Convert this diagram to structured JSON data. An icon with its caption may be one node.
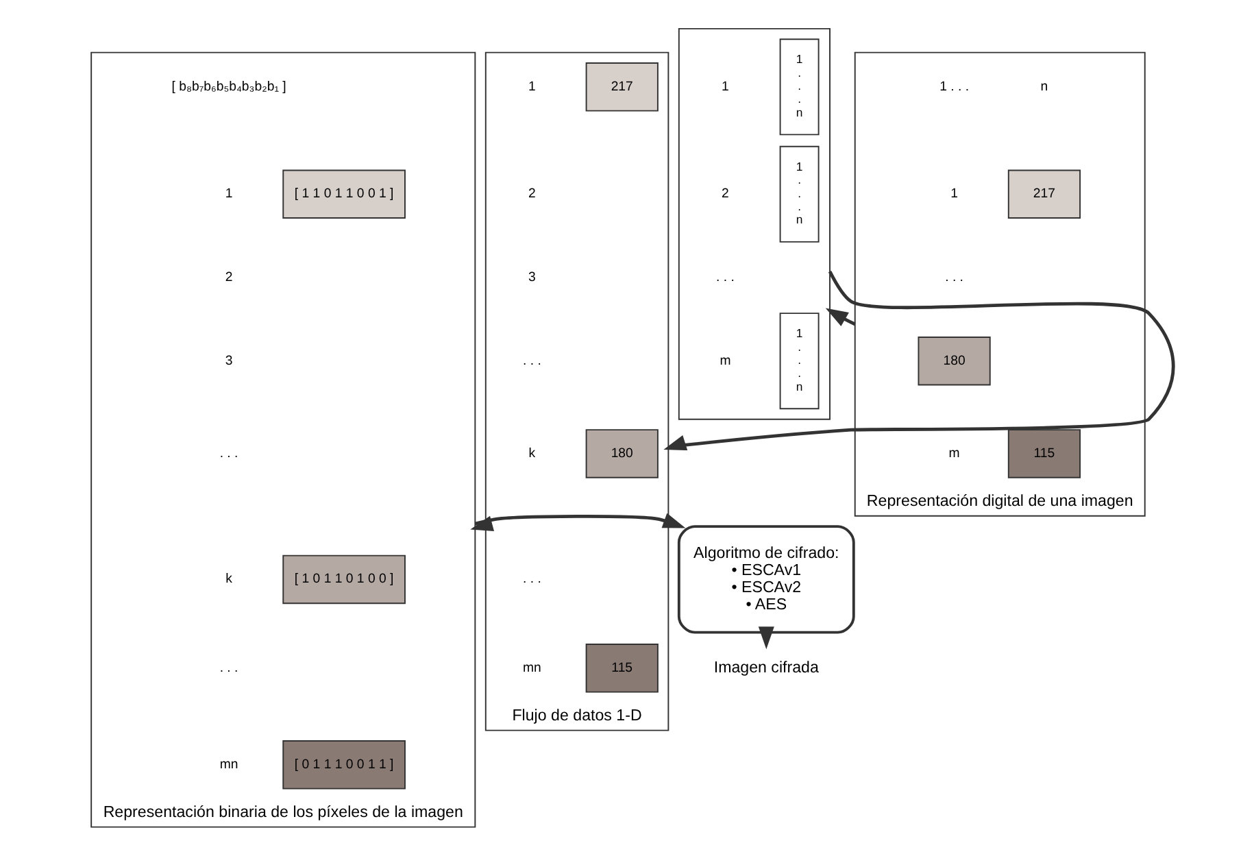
{
  "diagram": {
    "nodes": [
      {
        "text": [
          "Representación digital de una imagen"
        ]
      },
      {
        "text": [
          "217"
        ],
        "in": 0
      },
      {
        "text": [
          "180"
        ],
        "in": 0
      },
      {
        "text": [
          "115"
        ],
        "in": 0
      },
      {
        "text": [],
        "shape": "bar"
      },
      {
        "text": [
          "1 . . . n"
        ],
        "in": 4
      },
      {
        "text": [
          "1 . . . n"
        ],
        "in": 4
      },
      {
        "text": [
          "1 . . . n"
        ],
        "in": 4
      },
      {
        "text": [
          "Flujo de datos 1-D"
        ]
      },
      {
        "text": [
          "217"
        ],
        "in": 8
      },
      {
        "text": [
          "180"
        ],
        "in": 8
      },
      {
        "text": [
          "115"
        ],
        "in": 8
      },
      {
        "text": [
          "Representación binaria de los píxeles de la imagen"
        ]
      },
      {
        "text": [
          "[ 1 1 0 1 1 0 0 1 ]"
        ],
        "in": 12
      },
      {
        "text": [
          "[ 1 0 1 1 0 1 0 0 ]"
        ],
        "in": 12
      },
      {
        "text": [
          "[ 0 1 1 1 0 0 1 1 ]"
        ],
        "in": 12
      },
      {
        "text": [
          "Algoritmo de cifrado:",
          "• ESCAv1",
          "• ESCAv2",
          "• AES"
        ]
      },
      {
        "text": [
          "Imagen cifrada"
        ]
      }
    ],
    "edges": [
      {
        "from": 0,
        "to": 4,
        "arrow": "to"
      },
      {
        "from": 4,
        "to": 8,
        "arrow": "to"
      },
      {
        "from": 8,
        "to": 12,
        "arrow": "to"
      },
      {
        "from": 12,
        "to": 16,
        "arrow": "to"
      },
      {
        "from": 16,
        "to": 17,
        "arrow": "to"
      }
    ],
    "labels": [
      "[ b₈b₇b₆b₅b₄b₃b₂b₁ ]",
      "1 . . .",
      "n",
      "1",
      ". . .",
      "m",
      "1",
      "2",
      ". . .",
      "m",
      "1",
      "2",
      "3",
      ". . .",
      "k",
      ". . .",
      "mn",
      "1",
      "2",
      "3",
      ". . .",
      "k",
      ". . .",
      "mn"
    ]
  }
}
